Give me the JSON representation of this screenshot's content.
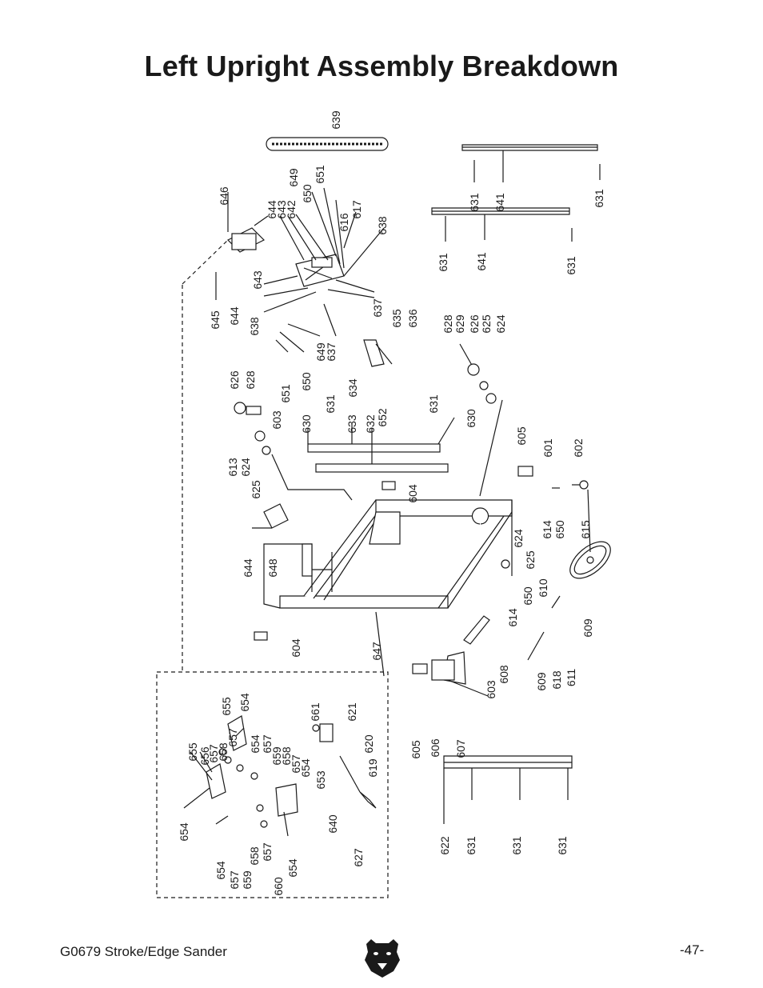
{
  "page": {
    "title": "Left Upright Assembly Breakdown",
    "footer_model": "G0679 Stroke/Edge Sander",
    "page_number": "-47-"
  },
  "logo": {
    "name": "grizzly-bear-logo"
  },
  "parts": [
    {
      "id": "p1",
      "n": "639"
    },
    {
      "id": "p2",
      "n": "646"
    },
    {
      "id": "p3",
      "n": "649"
    },
    {
      "id": "p4",
      "n": "650"
    },
    {
      "id": "p5",
      "n": "651"
    },
    {
      "id": "p6",
      "n": "644"
    },
    {
      "id": "p7",
      "n": "643"
    },
    {
      "id": "p8",
      "n": "642"
    },
    {
      "id": "p9",
      "n": "616"
    },
    {
      "id": "p10",
      "n": "617"
    },
    {
      "id": "p11",
      "n": "638"
    },
    {
      "id": "p12",
      "n": "643"
    },
    {
      "id": "p13",
      "n": "645"
    },
    {
      "id": "p14",
      "n": "644"
    },
    {
      "id": "p15",
      "n": "638"
    },
    {
      "id": "p16",
      "n": "637"
    },
    {
      "id": "p17",
      "n": "649"
    },
    {
      "id": "p18",
      "n": "637"
    },
    {
      "id": "p19",
      "n": "650"
    },
    {
      "id": "p20",
      "n": "651"
    },
    {
      "id": "p21",
      "n": "626"
    },
    {
      "id": "p22",
      "n": "628"
    },
    {
      "id": "p23",
      "n": "603"
    },
    {
      "id": "p24",
      "n": "613"
    },
    {
      "id": "p25",
      "n": "624"
    },
    {
      "id": "p26",
      "n": "625"
    },
    {
      "id": "p27",
      "n": "630"
    },
    {
      "id": "p28",
      "n": "631"
    },
    {
      "id": "p29",
      "n": "633"
    },
    {
      "id": "p30",
      "n": "632"
    },
    {
      "id": "p31",
      "n": "652"
    },
    {
      "id": "p32",
      "n": "634"
    },
    {
      "id": "p33",
      "n": "635"
    },
    {
      "id": "p34",
      "n": "636"
    },
    {
      "id": "p35",
      "n": "631"
    },
    {
      "id": "p36",
      "n": "630"
    },
    {
      "id": "p37",
      "n": "604"
    },
    {
      "id": "p38",
      "n": "644"
    },
    {
      "id": "p39",
      "n": "648"
    },
    {
      "id": "p40",
      "n": "604"
    },
    {
      "id": "p41",
      "n": "647"
    },
    {
      "id": "p42",
      "n": "631"
    },
    {
      "id": "p43",
      "n": "641"
    },
    {
      "id": "p44",
      "n": "631"
    },
    {
      "id": "p45",
      "n": "631"
    },
    {
      "id": "p46",
      "n": "641"
    },
    {
      "id": "p47",
      "n": "631"
    },
    {
      "id": "p48",
      "n": "628"
    },
    {
      "id": "p49",
      "n": "629"
    },
    {
      "id": "p50",
      "n": "626"
    },
    {
      "id": "p51",
      "n": "625"
    },
    {
      "id": "p52",
      "n": "624"
    },
    {
      "id": "p53",
      "n": "605"
    },
    {
      "id": "p54",
      "n": "601"
    },
    {
      "id": "p55",
      "n": "602"
    },
    {
      "id": "p56",
      "n": "624"
    },
    {
      "id": "p57",
      "n": "625"
    },
    {
      "id": "p58",
      "n": "614"
    },
    {
      "id": "p59",
      "n": "650"
    },
    {
      "id": "p60",
      "n": "615"
    },
    {
      "id": "p61",
      "n": "650"
    },
    {
      "id": "p62",
      "n": "610"
    },
    {
      "id": "p63",
      "n": "614"
    },
    {
      "id": "p64",
      "n": "609"
    },
    {
      "id": "p65",
      "n": "609"
    },
    {
      "id": "p66",
      "n": "618"
    },
    {
      "id": "p67",
      "n": "611"
    },
    {
      "id": "p68",
      "n": "608"
    },
    {
      "id": "p69",
      "n": "603"
    },
    {
      "id": "p70",
      "n": "605"
    },
    {
      "id": "p71",
      "n": "606"
    },
    {
      "id": "p72",
      "n": "607"
    },
    {
      "id": "p73",
      "n": "622"
    },
    {
      "id": "p74",
      "n": "631"
    },
    {
      "id": "p75",
      "n": "631"
    },
    {
      "id": "p76",
      "n": "631"
    },
    {
      "id": "p77",
      "n": "655"
    },
    {
      "id": "p78",
      "n": "656"
    },
    {
      "id": "p79",
      "n": "657"
    },
    {
      "id": "p80",
      "n": "658"
    },
    {
      "id": "p81",
      "n": "657"
    },
    {
      "id": "p82",
      "n": "655"
    },
    {
      "id": "p83",
      "n": "654"
    },
    {
      "id": "p84",
      "n": "654"
    },
    {
      "id": "p85",
      "n": "657"
    },
    {
      "id": "p86",
      "n": "659"
    },
    {
      "id": "p87",
      "n": "658"
    },
    {
      "id": "p88",
      "n": "657"
    },
    {
      "id": "p89",
      "n": "654"
    },
    {
      "id": "p90",
      "n": "661"
    },
    {
      "id": "p91",
      "n": "621"
    },
    {
      "id": "p92",
      "n": "620"
    },
    {
      "id": "p93",
      "n": "619"
    },
    {
      "id": "p94",
      "n": "653"
    },
    {
      "id": "p95",
      "n": "654"
    },
    {
      "id": "p96",
      "n": "654"
    },
    {
      "id": "p97",
      "n": "657"
    },
    {
      "id": "p98",
      "n": "659"
    },
    {
      "id": "p99",
      "n": "658"
    },
    {
      "id": "p100",
      "n": "657"
    },
    {
      "id": "p101",
      "n": "660"
    },
    {
      "id": "p102",
      "n": "654"
    },
    {
      "id": "p103",
      "n": "640"
    },
    {
      "id": "p104",
      "n": "627"
    }
  ]
}
